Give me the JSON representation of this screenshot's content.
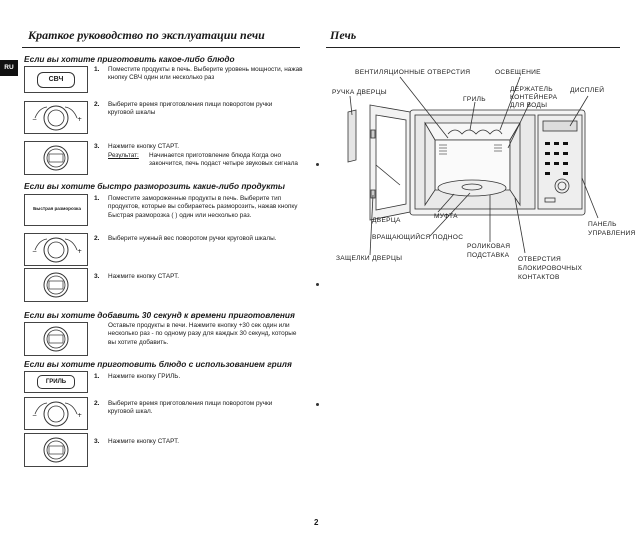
{
  "left": {
    "title": "Краткое руководство по эксплуатации печи",
    "lang_tab": "RU",
    "sections": [
      {
        "heading": "Если вы хотите приготовить какое-либо блюдо",
        "steps": [
          {
            "num": "1.",
            "text": "Поместите продукты в печь. Выберите уровень мощности, нажав кнопку СВЧ один или несколько раз",
            "icon": "СВЧ"
          },
          {
            "num": "2.",
            "text": "Выберите время приготовления пищи поворотом ручки круговой шкалы",
            "icon": "dial"
          },
          {
            "num": "3.",
            "text": "Нажмите кнопку СТАРТ.",
            "extra_label": "Результат:",
            "extra_text": "Начинается приготовление блюда Когда оно закончится, печь подаст четыре звуковых сигнала",
            "icon": "start"
          }
        ]
      },
      {
        "heading": "Если вы хотите быстро разморозить какие-либо продукты",
        "steps": [
          {
            "num": "1.",
            "text": "Поместите замороженные продукты в печь. Выберите тип продуктов, которые вы собираетесь разморозить, нажав кнопку Быстрая разморозка ( ) один или несколько раз.",
            "icon": "Быстрая разморозка"
          },
          {
            "num": "2.",
            "text": "Выберите нужный вес поворотом ручки круговой шкалы.",
            "icon": "dial"
          },
          {
            "num": "3.",
            "text": "Нажмите кнопку СТАРТ.",
            "icon": "start"
          }
        ]
      },
      {
        "heading": "Если вы хотите добавить 30 секунд к времени приготовления",
        "steps": [
          {
            "num": "",
            "text": "Оставьте продукты в печи. Нажмите кнопку +30 сек один или несколько раз - по одному разу для каждых 30 секунд, которые вы хотите добавить.",
            "icon": "start"
          }
        ]
      },
      {
        "heading": "Если вы хотите приготовить блюдо с использованием гриля",
        "steps": [
          {
            "num": "1.",
            "text": "Нажмите кнопку ГРИЛЬ.",
            "icon": "ГРИЛЬ"
          },
          {
            "num": "2.",
            "text": "Выберите время приготовления пищи поворотом ручки круговой шкал.",
            "icon": "dial"
          },
          {
            "num": "3.",
            "text": "Нажмите кнопку СТАРТ.",
            "icon": "start"
          }
        ]
      }
    ]
  },
  "right": {
    "title": "Печь",
    "labels": {
      "vents": "ВЕНТИЛЯЦИОННЫЕ ОТВЕРСТИЯ",
      "light": "ОСВЕЩЕНИЕ",
      "handle": "РУЧКА ДВЕРЦЫ",
      "grill": "ГРИЛЬ",
      "holder": "ДЕРЖАТЕЛЬ\nКОНТЕЙНЕРА\nДЛЯ ВОДЫ",
      "display": "ДИСПЛЕЙ",
      "door": "ДВЕРЦА",
      "coupler": "МУФТА",
      "turntable": "ВРАЩАЮЩИЙСЯ ПОДНОС",
      "panel": "ПАНЕЛЬ\nУПРАВЛЕНИЯ",
      "latches": "ЗАЩЕЛКИ ДВЕРЦЫ",
      "roller": "РОЛИКОВАЯ\nПОДСТАВКА",
      "interlock": "ОТВЕРСТИЯ\nБЛОКИРОВОЧНЫХ\nКОНТАКТОВ"
    }
  },
  "page_number": "2"
}
